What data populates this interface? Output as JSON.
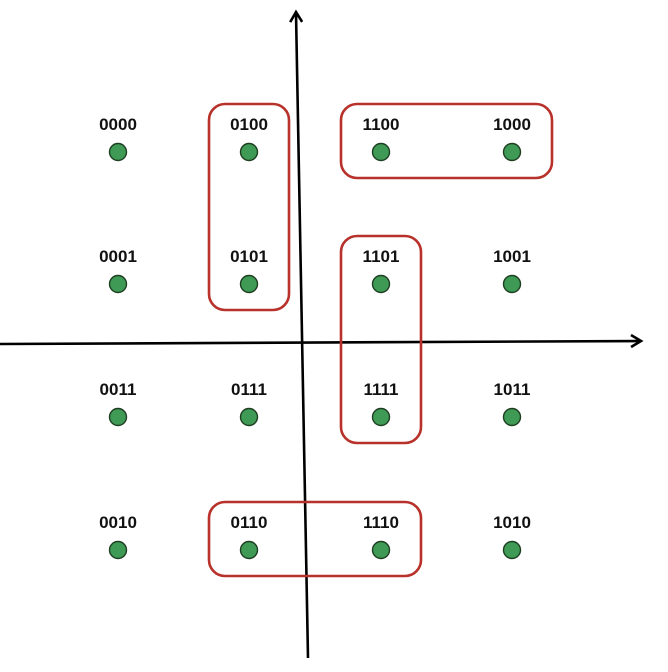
{
  "colors": {
    "point_fill": "#3f9a55",
    "group_outline": "#b8312a",
    "axis": "#000000"
  },
  "constellation": {
    "columns": 4,
    "rows": 4,
    "points": [
      {
        "label": "0000",
        "col": 0,
        "row": 0
      },
      {
        "label": "0100",
        "col": 1,
        "row": 0
      },
      {
        "label": "1100",
        "col": 2,
        "row": 0
      },
      {
        "label": "1000",
        "col": 3,
        "row": 0
      },
      {
        "label": "0001",
        "col": 0,
        "row": 1
      },
      {
        "label": "0101",
        "col": 1,
        "row": 1
      },
      {
        "label": "1101",
        "col": 2,
        "row": 1
      },
      {
        "label": "1001",
        "col": 3,
        "row": 1
      },
      {
        "label": "0011",
        "col": 0,
        "row": 2
      },
      {
        "label": "0111",
        "col": 1,
        "row": 2
      },
      {
        "label": "1111",
        "col": 2,
        "row": 2
      },
      {
        "label": "1011",
        "col": 3,
        "row": 2
      },
      {
        "label": "0010",
        "col": 0,
        "row": 3
      },
      {
        "label": "0110",
        "col": 1,
        "row": 3
      },
      {
        "label": "1110",
        "col": 2,
        "row": 3
      },
      {
        "label": "1010",
        "col": 3,
        "row": 3
      }
    ],
    "groups": [
      {
        "members": [
          "0100",
          "0101"
        ]
      },
      {
        "members": [
          "1100",
          "1000"
        ]
      },
      {
        "members": [
          "1101",
          "1111"
        ]
      },
      {
        "members": [
          "0110",
          "1110"
        ]
      }
    ]
  }
}
